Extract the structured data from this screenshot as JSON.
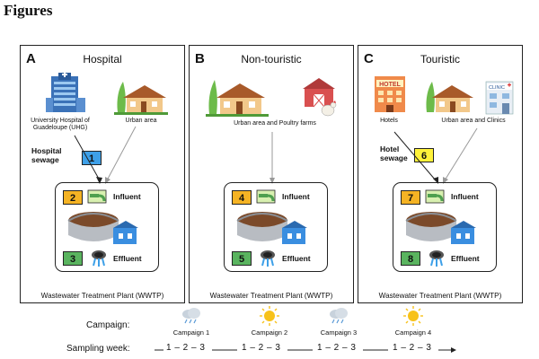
{
  "heading": "Figures",
  "panels": [
    {
      "letter": "A",
      "title": "Hospital",
      "source_left": "University Hospital of Guadeloupe (UHG)",
      "source_right": "Urban area",
      "sewage_label": "Hospital sewage",
      "sewage_number": "1",
      "influent_number": "2",
      "effluent_number": "3",
      "influent_label": "Influent",
      "effluent_label": "Effluent",
      "plant_label": "Wastewater Treatment Plant (WWTP)"
    },
    {
      "letter": "B",
      "title": "Non-touristic",
      "source_center": "Urban area and Poultry farms",
      "influent_number": "4",
      "effluent_number": "5",
      "influent_label": "Influent",
      "effluent_label": "Effluent",
      "plant_label": "Wastewater Treatment Plant (WWTP)"
    },
    {
      "letter": "C",
      "title": "Touristic",
      "source_left": "Hotels",
      "source_right": "Urban area and Clinics",
      "sewage_label": "Hotel sewage",
      "sewage_number": "6",
      "influent_number": "7",
      "effluent_number": "8",
      "influent_label": "Influent",
      "effluent_label": "Effluent",
      "plant_label": "Wastewater Treatment Plant (WWTP)",
      "hotel_sign": "HOTEL",
      "clinic_sign": "CLINIC"
    }
  ],
  "timeline": {
    "campaign_label": "Campaign:",
    "sampling_label": "Sampling week:",
    "campaigns": [
      {
        "name": "Campaign 1",
        "weather": "rain-cloud-icon"
      },
      {
        "name": "Campaign 2",
        "weather": "sun-icon"
      },
      {
        "name": "Campaign 3",
        "weather": "rain-cloud-icon"
      },
      {
        "name": "Campaign 4",
        "weather": "sun-icon"
      }
    ],
    "weeks": "1 – 2 – 3"
  },
  "colors": {
    "hospital_sewage": "#3ea0e8",
    "influent": "#f5b324",
    "effluent": "#5ab45f",
    "hotel_sewage": "#fff23a"
  }
}
